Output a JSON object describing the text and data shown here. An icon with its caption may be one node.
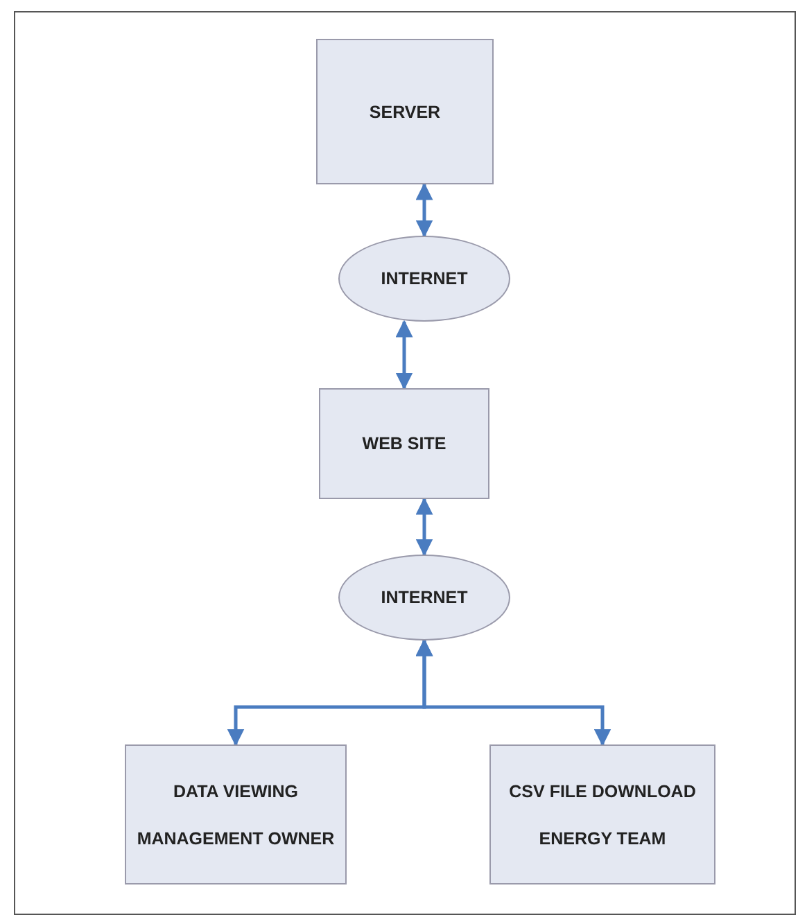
{
  "diagram": {
    "nodes": [
      {
        "text": [
          "SERVER"
        ]
      },
      {
        "text": [
          "INTERNET"
        ]
      },
      {
        "text": [
          "WEB SITE"
        ]
      },
      {
        "text": [
          "INTERNET"
        ]
      },
      {
        "text": [
          "DATA VIEWING",
          "MANAGEMENT OWNER"
        ]
      },
      {
        "text": [
          "CSV FILE DOWNLOAD",
          "ENERGY TEAM"
        ]
      }
    ],
    "edges": [
      {
        "from": 0,
        "to": 1,
        "arrow": "both"
      },
      {
        "from": 1,
        "to": 2,
        "arrow": "both"
      },
      {
        "from": 2,
        "to": 3,
        "arrow": "both"
      },
      {
        "from": 3,
        "to": 4,
        "arrow": "both"
      },
      {
        "from": 3,
        "to": 5,
        "arrow": "both"
      }
    ]
  }
}
